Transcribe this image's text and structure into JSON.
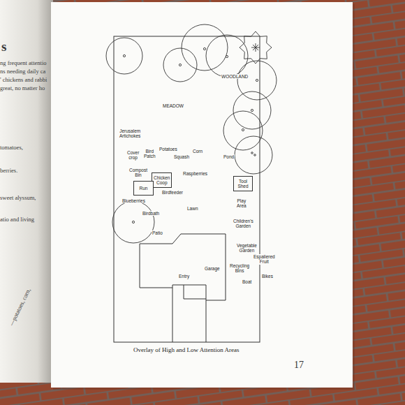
{
  "diagram": {
    "caption": "Overlay of High and Low Attention Areas",
    "nodes": [
      {
        "text": [
          "Chicken Coop"
        ]
      },
      {
        "text": [
          "Tool Shed"
        ]
      },
      {
        "text": [
          "Run"
        ]
      },
      {
        "text": [
          "Garage",
          "Entry"
        ]
      }
    ],
    "labels": [
      "s",
      "ng frequent attentio",
      "ns needing daily ca",
      "' chickens and rabbi",
      "great, no matter ho",
      "tomatoes,",
      "berries.",
      "sweet alyssum,",
      "atio and living",
      "—potatoes, corn,",
      "WOODLAND",
      "MEADOW",
      "Jerusalem Artichokes",
      "Cover crop",
      "Bird Patch",
      "Potatoes",
      "Squash",
      "Corn",
      "Pond",
      "Compost Bin",
      "Raspberries",
      "Birdfeeder",
      "Blueberries",
      "Birdbath",
      "Lawn",
      "Play Area",
      "Children's Garden",
      "Patio",
      "Vegetable Garden",
      "Espaliered Fruit",
      "Recycling Bins",
      "Bikes",
      "Boat",
      "17"
    ]
  }
}
